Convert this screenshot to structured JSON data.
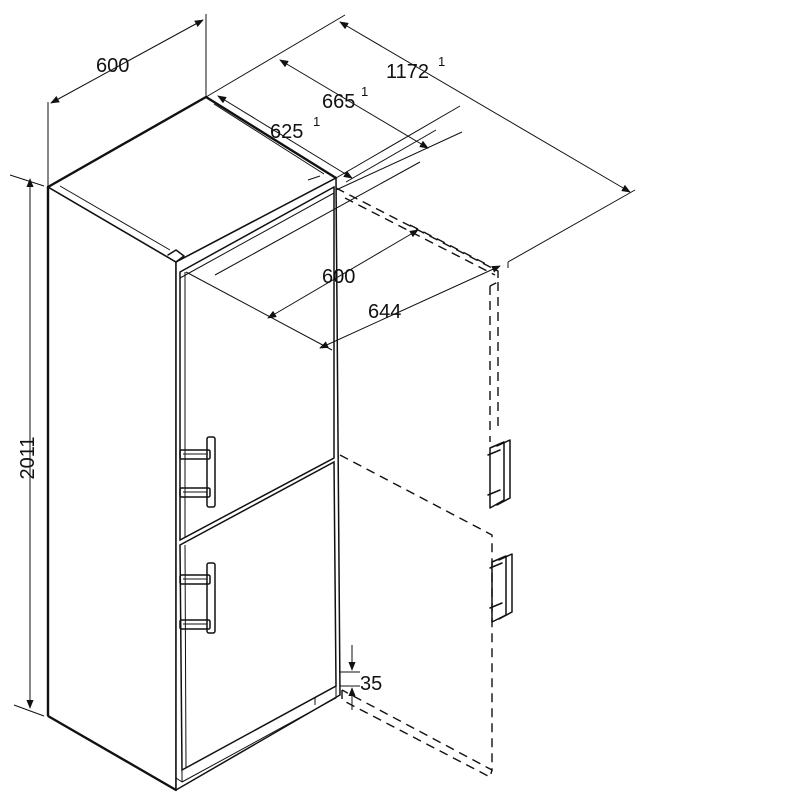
{
  "dimensions": {
    "width": "600",
    "depth_overall": "1172",
    "depth_overall_note": "1",
    "depth_with_handle": "665",
    "depth_with_handle_note": "1",
    "depth_body": "625",
    "depth_body_note": "1",
    "door_width": "600",
    "door_swing_depth": "644",
    "height": "2011",
    "plinth_height": "35"
  }
}
